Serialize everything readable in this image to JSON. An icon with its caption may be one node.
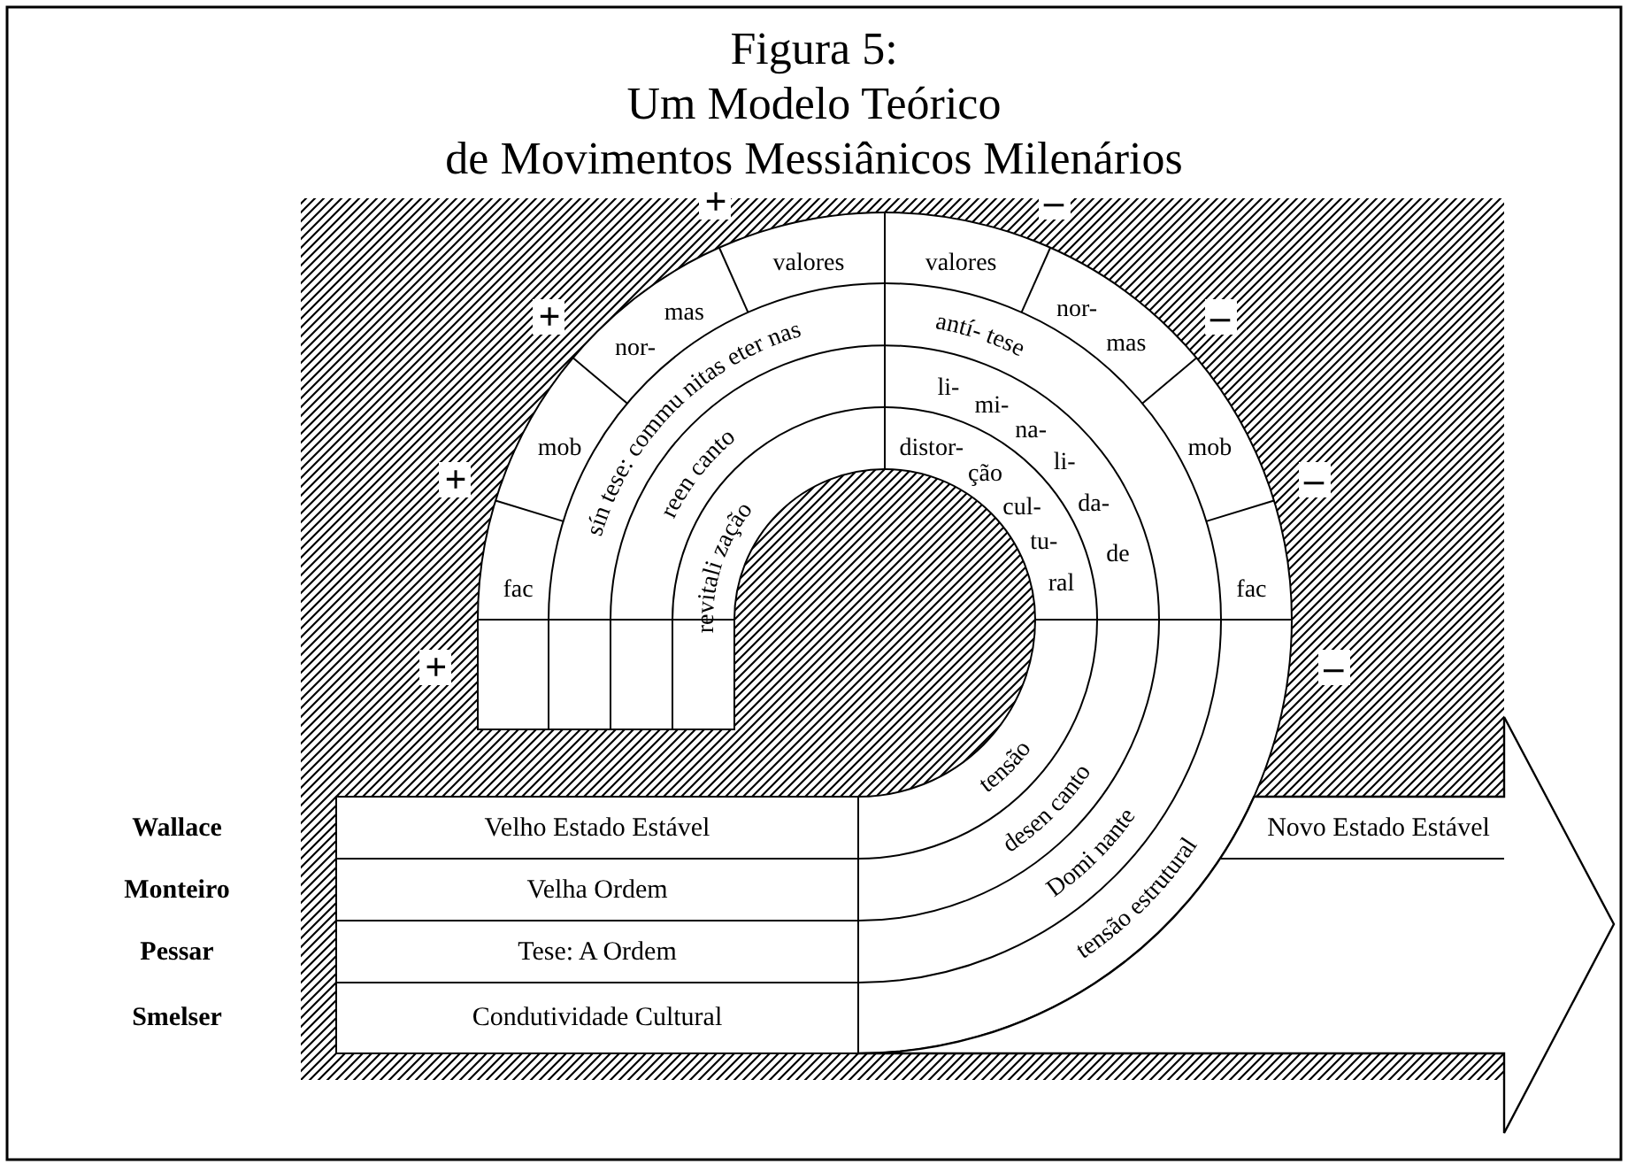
{
  "diagram": {
    "title": "Figura 5: Um Modelo Teórico de Movimentos Messiânicos Milenários",
    "nodes": [
      {
        "text": [
          "valores"
        ]
      },
      {
        "text": [
          "valores"
        ]
      },
      {
        "text": [
          "nor- mas"
        ]
      },
      {
        "text": [
          "sín tese: commu nitas eter nas"
        ]
      },
      {
        "text": [
          "antí- tese"
        ]
      },
      {
        "text": [
          "nor- mas"
        ]
      },
      {
        "text": [
          "mob"
        ]
      },
      {
        "text": [
          "reen canto"
        ]
      },
      {
        "text": [
          "distor- ção cul- tu- ral"
        ]
      },
      {
        "text": [
          "li- mi- na- li- da- de"
        ]
      },
      {
        "text": [
          "mob"
        ]
      },
      {
        "text": [
          "fac"
        ]
      },
      {
        "text": [
          "revitali zação"
        ]
      },
      {
        "text": [
          "fac"
        ]
      },
      {
        "text": [
          "tensão"
        ]
      },
      {
        "text": [
          "desen canto"
        ]
      },
      {
        "text": [
          "Domi nante"
        ]
      },
      {
        "text": [
          "tensão estrutural"
        ]
      },
      {
        "text": [
          "Velho Estado Estável"
        ]
      },
      {
        "text": [
          "Novo Estado Estável"
        ]
      },
      {
        "text": [
          "Velha Ordem"
        ]
      },
      {
        "text": [
          "Tese: A Ordem"
        ]
      },
      {
        "text": [
          "Condutividade Cultural"
        ]
      }
    ],
    "labels": [
      "+",
      "–",
      "+",
      "–",
      "+",
      "–",
      "+",
      "–",
      "Wallace",
      "Monteiro",
      "Pessar",
      "Smelser"
    ]
  }
}
